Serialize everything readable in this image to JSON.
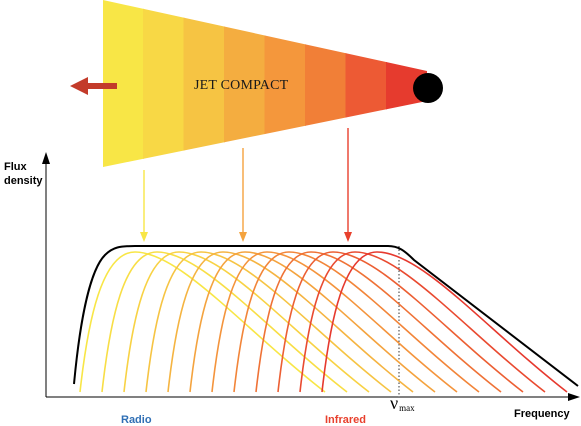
{
  "jet": {
    "label": "JET COMPACT"
  },
  "axes": {
    "y_label": "Flux density",
    "x_label": "Frequency"
  },
  "bands": {
    "radio": "Radio",
    "infrared": "Infrared"
  },
  "nu_max": {
    "symbol": "ν",
    "subscript": "max"
  },
  "colors": {
    "jet_gradient": [
      "#f8e646",
      "#f8d845",
      "#f6c443",
      "#f4ad40",
      "#f4973c",
      "#f17f37",
      "#ed5a34",
      "#e63b2e"
    ],
    "black_hole": "#000000",
    "outflow_arrow": "#c33b2a",
    "radio": "#2f6fb5",
    "infrared": "#e8402d",
    "envelope": "#000000"
  },
  "curves": {
    "count": 12,
    "colors": [
      "#f8e646",
      "#f8de45",
      "#f8d244",
      "#f6c443",
      "#f5b441",
      "#f4a33e",
      "#f4943c",
      "#f28539",
      "#ef7236",
      "#ec5f33",
      "#e94a30",
      "#e6392e"
    ]
  }
}
